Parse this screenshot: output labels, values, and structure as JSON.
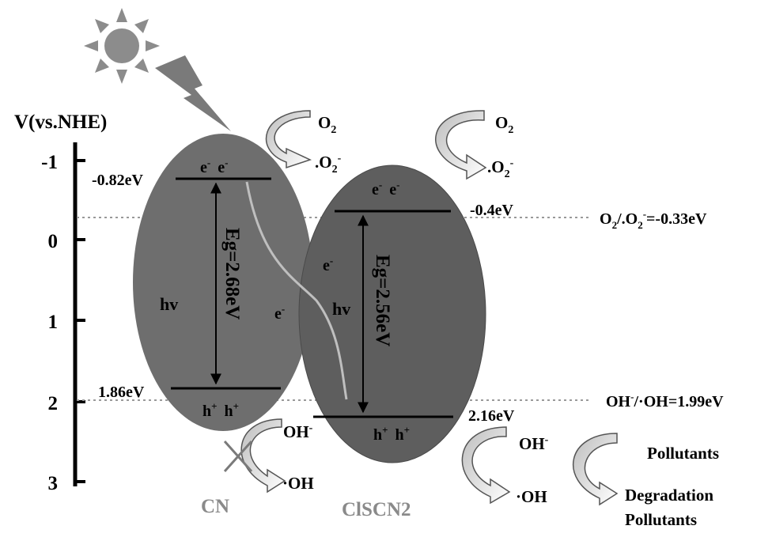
{
  "axis": {
    "title": "V(vs.NHE)",
    "ticks": [
      "-1",
      "0",
      "1",
      "2",
      "3"
    ]
  },
  "cn": {
    "name": "CN",
    "cb_energy": "-0.82eV",
    "vb_energy": "1.86eV",
    "band_gap": "Eg=2.68eV",
    "excitation": "hv",
    "cb_electrons": [
      "e",
      "e"
    ],
    "vb_holes": [
      "h",
      "h"
    ],
    "transfer_electron": "e",
    "blocked_reactant": "OH",
    "blocked_product": "·OH"
  },
  "clscn2": {
    "name": "ClSCN2",
    "cb_energy": "-0.4eV",
    "vb_energy": "2.16eV",
    "band_gap": "Eg=2.56eV",
    "excitation": "hv",
    "cb_electrons": [
      "e",
      "e"
    ],
    "vb_holes": [
      "h",
      "h"
    ],
    "side_electron": "e"
  },
  "reactions": {
    "o2_left": "O",
    "o2_radical_left": ".O",
    "o2_right": "O",
    "o2_radical_right": ".O",
    "oh_reactant": "OH",
    "oh_product": "·OH",
    "pollutants": "Pollutants",
    "degradation_line1": "Degradation",
    "degradation_line2": "Pollutants"
  },
  "reference_lines": {
    "o2_potential_lhs": "O",
    "o2_potential_rhs": "=-0.33eV",
    "oh_potential_lhs": "OH",
    "oh_potential_rhs": "=1.99eV"
  },
  "colors": {
    "cn_ellipse": "#6e6e6e",
    "clscn2_ellipse": "#5e5e5e",
    "sun": "#8c8c8c",
    "arrow_fill": "#f3f3f3",
    "material_label": "#8a8a8a"
  }
}
